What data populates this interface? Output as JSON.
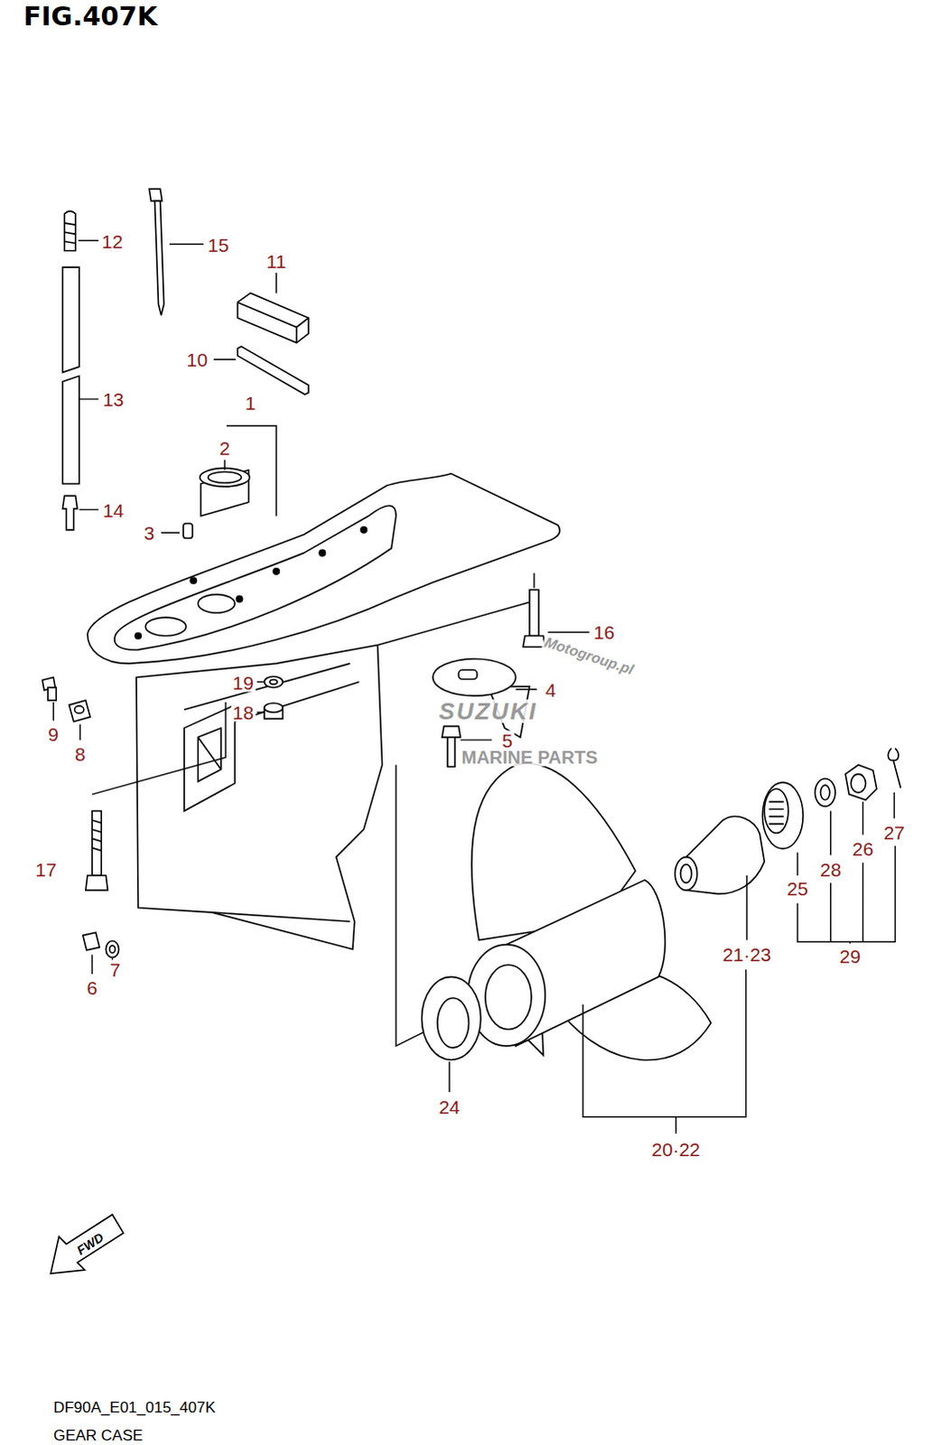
{
  "diagram": {
    "title": "FIG.407K",
    "labels": [
      "12",
      "15",
      "11",
      "10",
      "1",
      "2",
      "13",
      "3",
      "14",
      "16",
      "4",
      "9",
      "8",
      "19",
      "18",
      "5",
      "27",
      "17",
      "26",
      "28",
      "25",
      "21·23",
      "29",
      "6",
      "7",
      "24",
      "20·22",
      "FWD",
      "Motogroup.pl",
      "SUZUKI",
      "MARINE PARTS",
      "DF90A_E01_015_407K",
      "GEAR CASE"
    ]
  }
}
